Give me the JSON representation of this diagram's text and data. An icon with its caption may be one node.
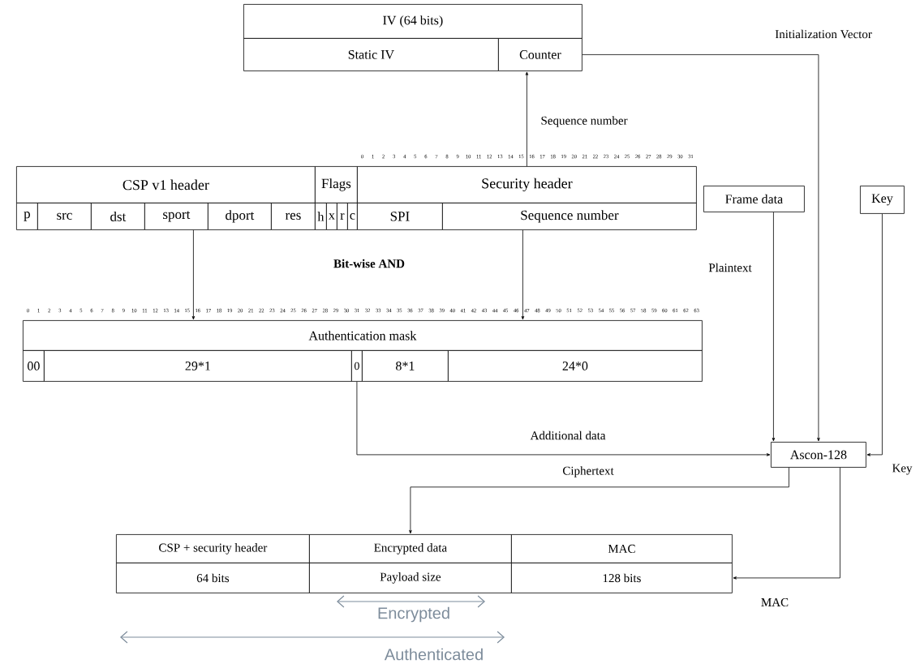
{
  "diagram": {
    "nodes": [
      {
        "text": [
          "IV (64 bits)"
        ]
      },
      {
        "text": [
          "Static IV"
        ]
      },
      {
        "text": [
          "Counter"
        ]
      },
      {
        "text": [
          "CSP v1 header"
        ]
      },
      {
        "text": [
          "Flags"
        ]
      },
      {
        "text": [
          "Security header"
        ]
      },
      {
        "text": [
          "p"
        ]
      },
      {
        "text": [
          "src"
        ]
      },
      {
        "text": [
          "dst"
        ]
      },
      {
        "text": [
          "sport"
        ]
      },
      {
        "text": [
          "dport"
        ]
      },
      {
        "text": [
          "res"
        ]
      },
      {
        "text": [
          "h"
        ]
      },
      {
        "text": [
          "x"
        ]
      },
      {
        "text": [
          "r"
        ]
      },
      {
        "text": [
          "c"
        ]
      },
      {
        "text": [
          "SPI"
        ]
      },
      {
        "text": [
          "Sequence number"
        ]
      },
      {
        "text": [
          "Authentication mask"
        ]
      },
      {
        "text": [
          "00"
        ]
      },
      {
        "text": [
          "29*1"
        ]
      },
      {
        "text": [
          "0"
        ]
      },
      {
        "text": [
          "8*1"
        ]
      },
      {
        "text": [
          "24*0"
        ]
      },
      {
        "text": [
          "Frame data"
        ]
      },
      {
        "text": [
          "Key"
        ]
      },
      {
        "text": [
          "Ascon-128"
        ]
      },
      {
        "text": [
          "CSP + security header"
        ]
      },
      {
        "text": [
          "Encrypted data"
        ]
      },
      {
        "text": [
          "MAC"
        ]
      },
      {
        "text": [
          "64 bits"
        ]
      },
      {
        "text": [
          "Payload size"
        ]
      },
      {
        "text": [
          "128 bits"
        ]
      }
    ],
    "edges": [
      {
        "from": 5,
        "to": 2,
        "arrow": "to",
        "label": "Sequence number"
      },
      {
        "from": 2,
        "to": 26,
        "arrow": "to",
        "label": "Initialization Vector"
      },
      {
        "from": 9,
        "to": 18,
        "arrow": "to"
      },
      {
        "from": 17,
        "to": 18,
        "arrow": "to"
      },
      {
        "from": 21,
        "to": 26,
        "arrow": "to",
        "label": "Additional data"
      },
      {
        "from": 24,
        "to": 26,
        "arrow": "to",
        "label": "Plaintext"
      },
      {
        "from": 25,
        "to": 26,
        "arrow": "to",
        "label": "Key"
      },
      {
        "from": 26,
        "to": 28,
        "arrow": "to",
        "label": "Ciphertext"
      },
      {
        "from": 26,
        "to": 32,
        "arrow": "to",
        "label": "MAC"
      }
    ],
    "labels": [
      "0",
      "1",
      "2",
      "3",
      "4",
      "5",
      "6",
      "7",
      "8",
      "9",
      "10",
      "11",
      "12",
      "13",
      "14",
      "15",
      "16",
      "17",
      "18",
      "19",
      "20",
      "21",
      "22",
      "23",
      "24",
      "25",
      "26",
      "27",
      "28",
      "29",
      "30",
      "31",
      "Bit-wise AND",
      "0",
      "1",
      "2",
      "3",
      "4",
      "5",
      "6",
      "7",
      "8",
      "9",
      "10",
      "11",
      "12",
      "13",
      "14",
      "15",
      "16",
      "17",
      "18",
      "19",
      "20",
      "21",
      "22",
      "23",
      "24",
      "25",
      "26",
      "27",
      "28",
      "29",
      "30",
      "31",
      "32",
      "33",
      "34",
      "35",
      "36",
      "37",
      "38",
      "39",
      "40",
      "41",
      "42",
      "43",
      "44",
      "45",
      "46",
      "47",
      "48",
      "49",
      "50",
      "51",
      "52",
      "53",
      "54",
      "55",
      "56",
      "57",
      "58",
      "59",
      "60",
      "61",
      "62",
      "63",
      "Encrypted",
      "Authenticated"
    ]
  }
}
